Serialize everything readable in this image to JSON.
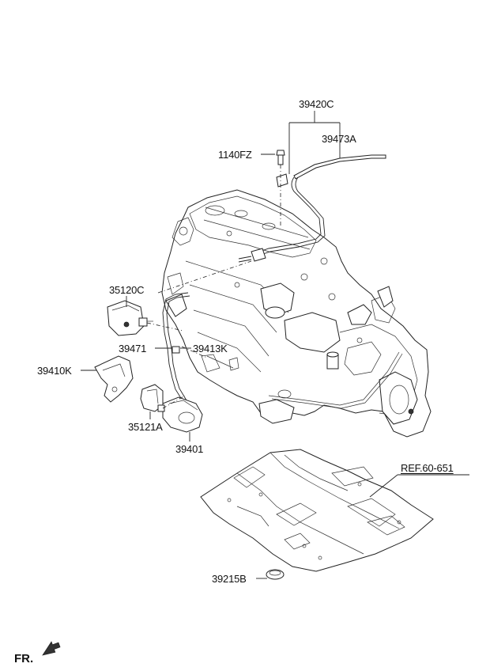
{
  "labels": {
    "p39420C": "39420C",
    "p39473A": "39473A",
    "p1140FZ": "1140FZ",
    "p35120C": "35120C",
    "p39471": "39471",
    "p39413K": "39413K",
    "p39410K": "39410K",
    "p35121A": "35121A",
    "p39401": "39401",
    "ref": "REF.60-651",
    "p39215B": "39215B",
    "fr": "FR."
  }
}
